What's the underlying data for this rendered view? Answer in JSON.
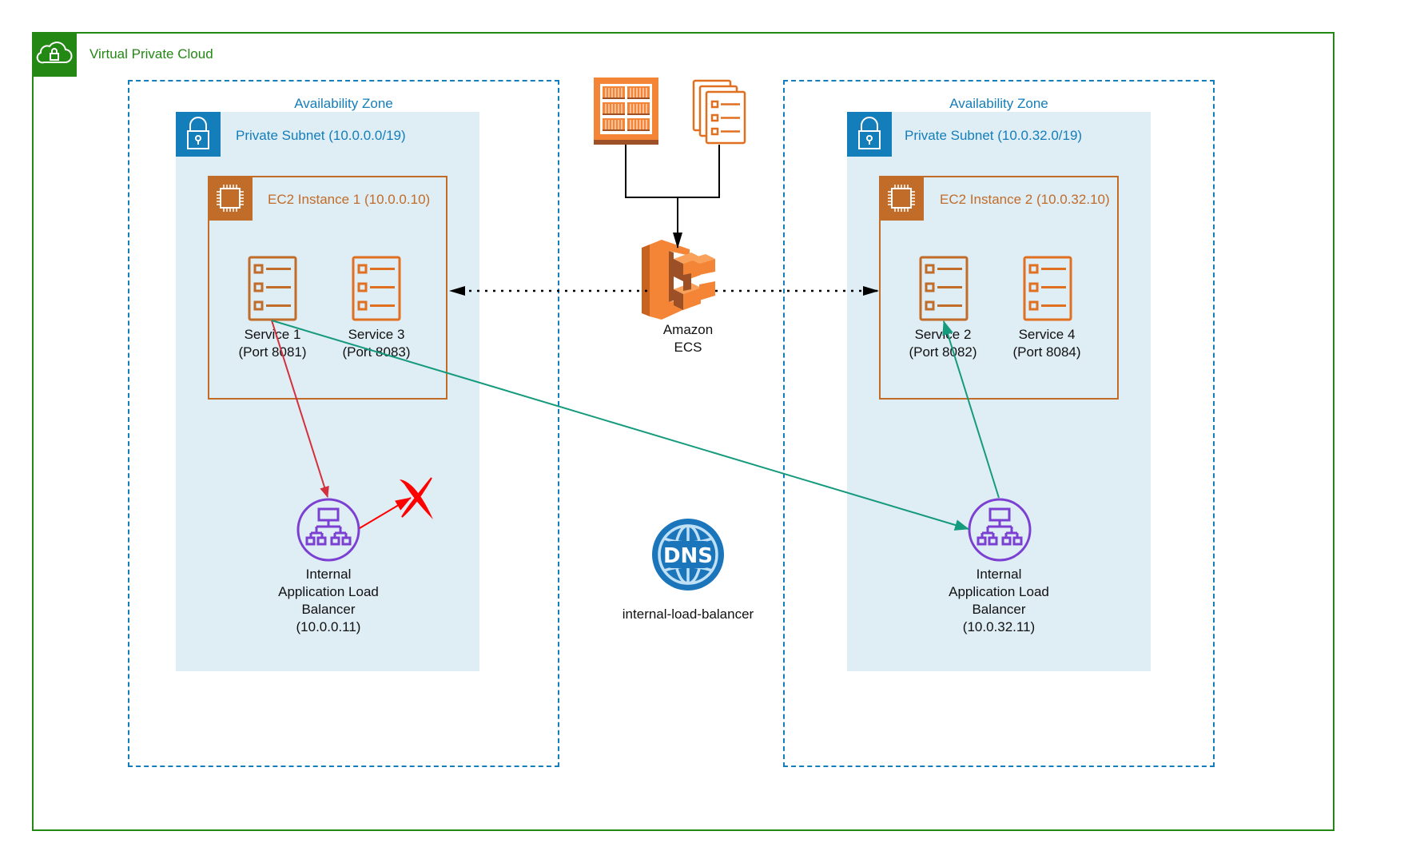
{
  "vpc": {
    "title": "Virtual Private Cloud",
    "icon": "cloud-lock-icon",
    "color": "#248814"
  },
  "availability_zones": [
    {
      "label": "Availability Zone",
      "subnet": {
        "label": "Private Subnet (10.0.0.0/19)",
        "icon": "padlock-icon"
      },
      "ec2": {
        "label": "EC2 Instance 1 (10.0.0.10)",
        "icon": "chip-icon",
        "services": [
          {
            "name": "Service 1",
            "port": "(Port 8081)"
          },
          {
            "name": "Service 3",
            "port": "(Port 8083)"
          }
        ]
      },
      "alb": {
        "lines": [
          "Internal",
          "Application Load",
          "Balancer",
          "(10.0.0.11)"
        ],
        "icon": "load-balancer-icon"
      }
    },
    {
      "label": "Availability Zone",
      "subnet": {
        "label": "Private Subnet (10.0.32.0/19)",
        "icon": "padlock-icon"
      },
      "ec2": {
        "label": "EC2 Instance 2 (10.0.32.10)",
        "icon": "chip-icon",
        "services": [
          {
            "name": "Service 2",
            "port": "(Port 8082)"
          },
          {
            "name": "Service 4",
            "port": "(Port 8084)"
          }
        ]
      },
      "alb": {
        "lines": [
          "Internal",
          "Application Load",
          "Balancer",
          "(10.0.32.11)"
        ],
        "icon": "load-balancer-icon"
      }
    }
  ],
  "ecs": {
    "line1": "Amazon",
    "line2": "ECS",
    "icon": "ecs-icon"
  },
  "registry": {
    "icon": "container-registry-icon"
  },
  "task_definitions": {
    "icon": "task-definitions-icon"
  },
  "dns": {
    "badge": "DNS",
    "label": "internal-load-balancer",
    "icon": "dns-globe-icon"
  },
  "connections": [
    {
      "from": "container-registry",
      "to": "amazon-ecs",
      "style": "solid",
      "color": "#000000"
    },
    {
      "from": "task-definitions",
      "to": "amazon-ecs",
      "style": "solid",
      "color": "#000000"
    },
    {
      "from": "amazon-ecs",
      "to": "ec2-instance-1",
      "style": "dotted",
      "color": "#000000"
    },
    {
      "from": "amazon-ecs",
      "to": "ec2-instance-2",
      "style": "dotted",
      "color": "#000000"
    },
    {
      "from": "service-1",
      "to": "alb-1",
      "style": "solid",
      "color": "#D32F3C"
    },
    {
      "from": "alb-1",
      "to": "blocked",
      "style": "solid",
      "color": "#FF0000",
      "blocked": true
    },
    {
      "from": "service-1",
      "to": "alb-2",
      "style": "solid",
      "color": "#159A7D"
    },
    {
      "from": "alb-2",
      "to": "service-2",
      "style": "solid",
      "color": "#159A7D"
    }
  ],
  "colors": {
    "az_border": "#147EBA",
    "subnet_fill": "#DFEDF5",
    "ec2": "#C16C29",
    "service_icon_alt": "#E07020",
    "alb": "#7B3FD2",
    "orange": "#F58536"
  }
}
